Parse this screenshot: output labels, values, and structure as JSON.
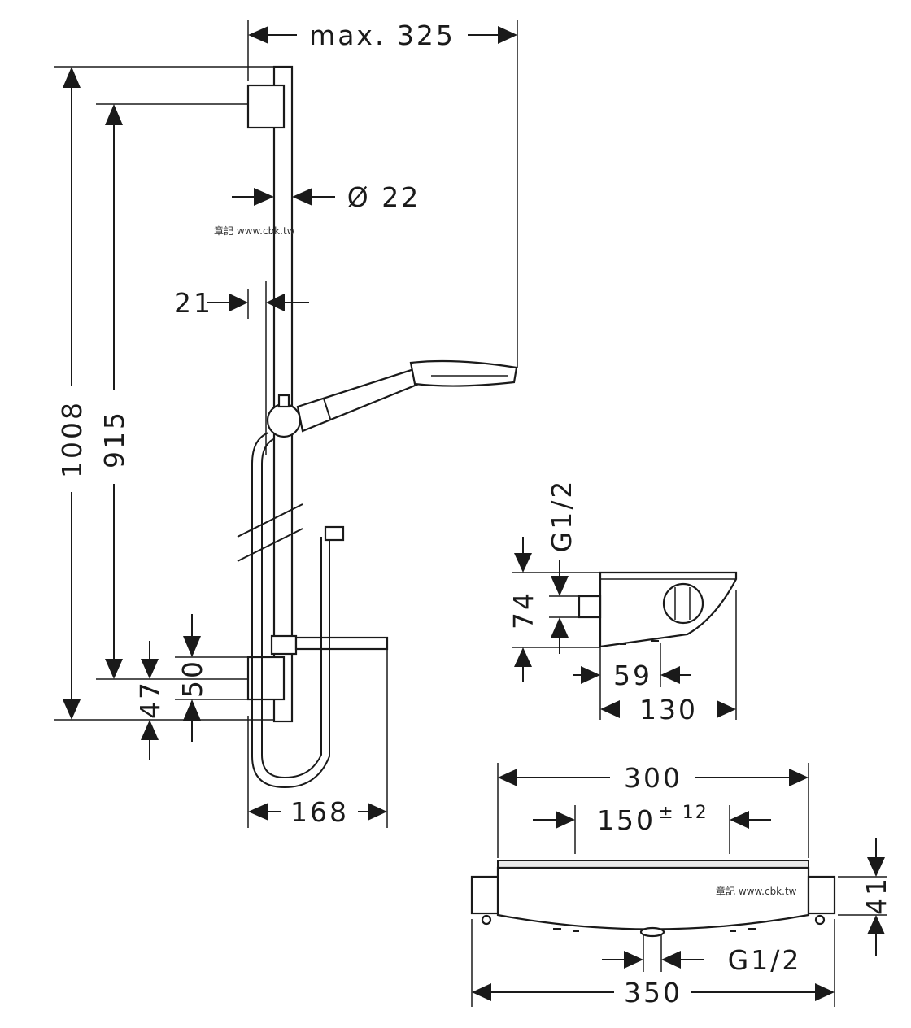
{
  "labels": {
    "max_width": "max. 325",
    "bar_diameter": "Ø 22",
    "offset_21": "21",
    "height_total": "1008",
    "height_915": "915",
    "dim_50": "50",
    "dim_47": "47",
    "width_168": "168",
    "thermo_inlet_side": "G1/2",
    "thermo_74": "74",
    "thermo_59": "59",
    "thermo_130": "130",
    "thermo_300": "300",
    "thermo_150": "150",
    "thermo_150_tol": "± 12",
    "thermo_41": "41",
    "thermo_outlet": "G1/2",
    "thermo_350": "350"
  },
  "watermarks": [
    "章記 www.cbk.tw",
    "章記 www.cbk.tw"
  ]
}
